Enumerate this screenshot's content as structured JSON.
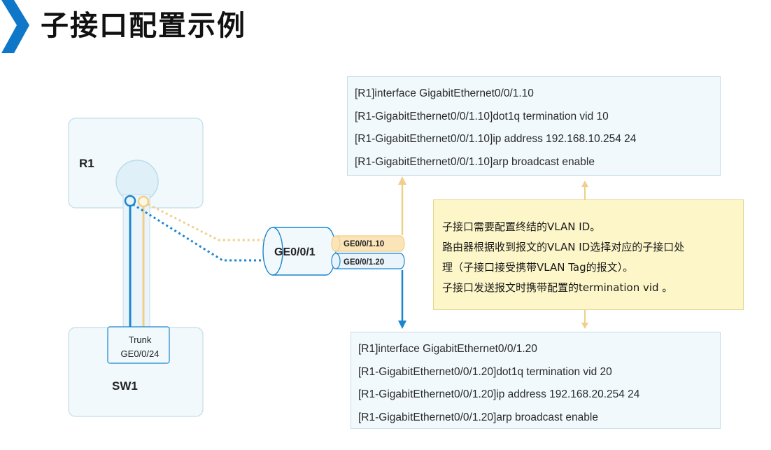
{
  "title": "子接口配置示例",
  "colors": {
    "accent_blue": "#0e77c7",
    "yellow_line": "#f0cf8a",
    "blue_line": "#1b86cf",
    "note_bg": "#fdf6c9",
    "cmd_bg": "#f1f9fc"
  },
  "devices": {
    "router": "R1",
    "switch": "SW1",
    "trunk_label": "Trunk",
    "trunk_port": "GE0/0/24"
  },
  "interface": {
    "main": "GE0/0/1",
    "sub1": "GE0/0/1.10",
    "sub2": "GE0/0/1.20"
  },
  "config_top": [
    "[R1]interface GigabitEthernet0/0/1.10",
    "[R1-GigabitEthernet0/0/1.10]dot1q termination vid 10",
    "[R1-GigabitEthernet0/0/1.10]ip address 192.168.10.254 24",
    "[R1-GigabitEthernet0/0/1.10]arp broadcast enable"
  ],
  "config_bottom": [
    "[R1]interface GigabitEthernet0/0/1.20",
    "[R1-GigabitEthernet0/0/1.20]dot1q termination vid 20",
    "[R1-GigabitEthernet0/0/1.20]ip address 192.168.20.254 24",
    "[R1-GigabitEthernet0/0/1.20]arp broadcast enable"
  ],
  "notes": [
    "子接口需要配置终结的VLAN ID。",
    "路由器根据收到报文的VLAN ID选择对应的子接口处",
    "理（子接口接受携带VLAN Tag的报文）。",
    "子接口发送报文时携带配置的termination vid 。"
  ]
}
